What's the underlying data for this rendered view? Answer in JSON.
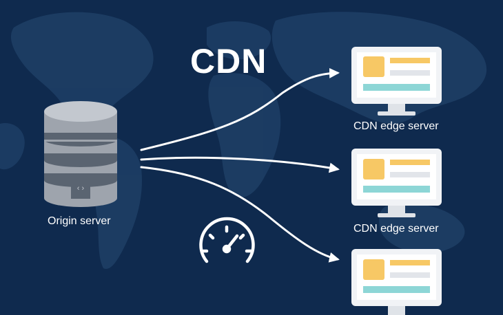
{
  "title": "CDN",
  "origin": {
    "label": "Origin server",
    "icon": "code-file-icon"
  },
  "edge_servers": [
    {
      "label": "CDN edge server"
    },
    {
      "label": "CDN edge server"
    },
    {
      "label": ""
    }
  ],
  "icons": {
    "speed": "speedometer-icon"
  },
  "colors": {
    "background": "#0f2a4e",
    "map": "#1e3f66",
    "monitor_frame": "#f1f3f6",
    "block_yellow": "#f7c865",
    "bar_cyan": "#8dd6d6",
    "bar_gray": "#e2e5ea",
    "db_body": "#9ea4ad",
    "db_band": "#5a6471",
    "arrow": "#ffffff"
  }
}
